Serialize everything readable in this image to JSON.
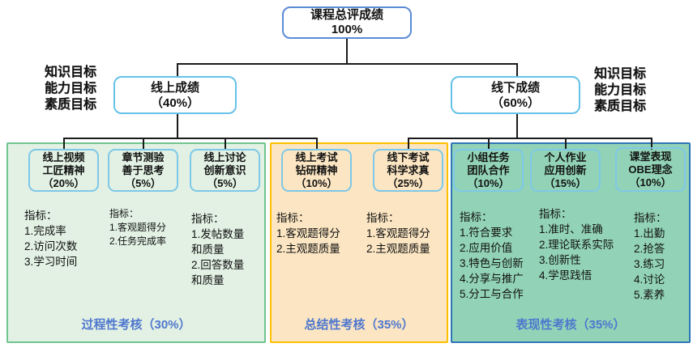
{
  "root": {
    "title": "课程总评成绩",
    "percent": "100%"
  },
  "side_labels": {
    "left": [
      "知识目标",
      "能力目标",
      "素质目标"
    ],
    "right": [
      "知识目标",
      "能力目标",
      "素质目标"
    ]
  },
  "level2": [
    {
      "title": "线上成绩",
      "percent": "（40%）"
    },
    {
      "title": "线下成绩",
      "percent": "（60%）"
    }
  ],
  "panels": [
    {
      "footer": "过程性考核（30%）",
      "bg": "#E2F1E3",
      "border": "#6FC48F",
      "boxes": [
        {
          "lines": [
            "线上视频",
            "工匠精神",
            "（20%）"
          ],
          "indicators": {
            "header": "指标：",
            "items": [
              "1.完成率",
              "2.访问次数",
              "3.学习时间"
            ]
          }
        },
        {
          "lines": [
            "章节测验",
            "善于思考",
            "（5%）"
          ],
          "indicators": {
            "header": "指标：",
            "items": [
              "1.客观题得分",
              "2.任务完成率"
            ]
          }
        },
        {
          "lines": [
            "线上讨论",
            "创新意识",
            "（5%）"
          ],
          "indicators": {
            "header": "指标：",
            "items": [
              "1.发帖数量和质量",
              "2.回答数量和质量"
            ]
          }
        }
      ]
    },
    {
      "footer": "总结性考核（35%）",
      "bg": "#FBE5C2",
      "border": "#FFC000",
      "boxes": [
        {
          "lines": [
            "线上考试",
            "钻研精神",
            "（10%）"
          ],
          "indicators": {
            "header": "指标：",
            "items": [
              "1.客观题得分",
              "2.主观题质量"
            ]
          }
        },
        {
          "lines": [
            "线下考试",
            "科学求真",
            "（25%）"
          ],
          "indicators": {
            "header": "指标：",
            "items": [
              "1.客观题得分",
              "2.主观题质量"
            ]
          }
        }
      ]
    },
    {
      "footer": "表现性考核（35%）",
      "bg": "#92D3B7",
      "border": "#2E75B6",
      "boxes": [
        {
          "lines": [
            "小组任务",
            "团队合作",
            "（10%）"
          ],
          "indicators": {
            "header": "指标：",
            "items": [
              "1.符合要求",
              "2.应用价值",
              "3.特色与创新",
              "4.分享与推广",
              "5.分工与合作"
            ]
          }
        },
        {
          "lines": [
            "个人作业",
            "应用创新",
            "（15%）"
          ],
          "indicators": {
            "header": "指标：",
            "items": [
              "1.准时、准确",
              "2.理论联系实际",
              "3.创新性",
              "4.学思践悟"
            ]
          }
        },
        {
          "lines": [
            "课堂表现",
            "OBE理念",
            "（10%）"
          ],
          "indicators": {
            "header": "指标：",
            "items": [
              "1.出勤",
              "2.抢答",
              "3.练习",
              "4.讨论",
              "5.素养"
            ]
          }
        }
      ]
    }
  ],
  "colors": {
    "root_border": "#5B8BD5",
    "box_border": "#7EC8E8",
    "footer_text": "#4F77CE",
    "connector": "#1A1A1A"
  }
}
